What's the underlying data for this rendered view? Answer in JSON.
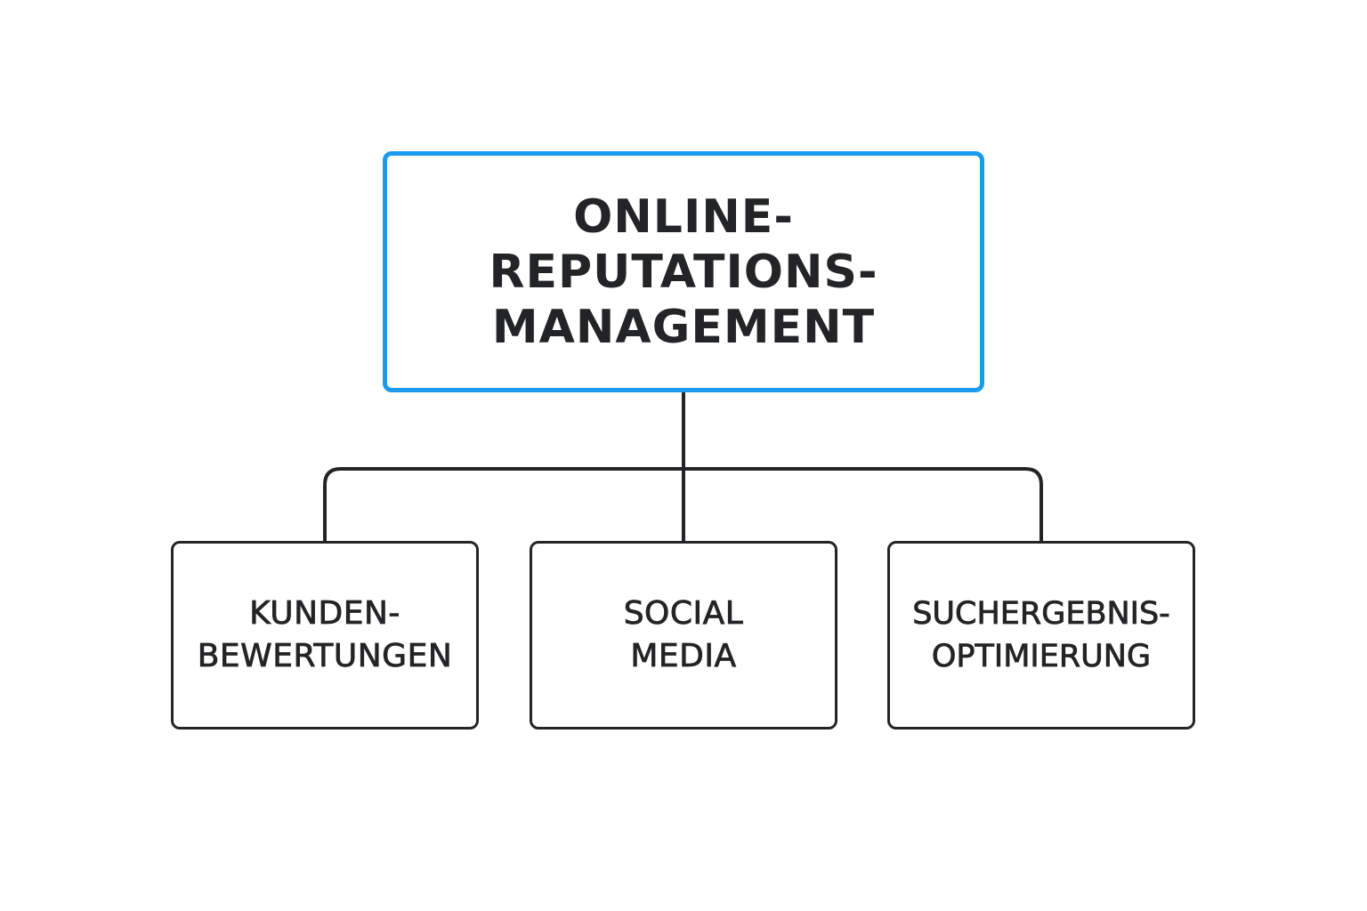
{
  "diagram": {
    "root": {
      "lines": [
        "ONLINE-",
        "REPUTATIONS-",
        "MANAGEMENT"
      ]
    },
    "children": [
      {
        "lines": [
          "KUNDEN-",
          "BEWERTUNGEN"
        ]
      },
      {
        "lines": [
          "SOCIAL",
          "MEDIA"
        ]
      },
      {
        "lines": [
          "SUCHERGEBNIS-",
          "OPTIMIERUNG"
        ]
      }
    ]
  },
  "colors": {
    "root_border": "#1a9bf0",
    "node_border": "#222426",
    "connector": "#222426",
    "text": "#222426",
    "background": "#ffffff"
  }
}
